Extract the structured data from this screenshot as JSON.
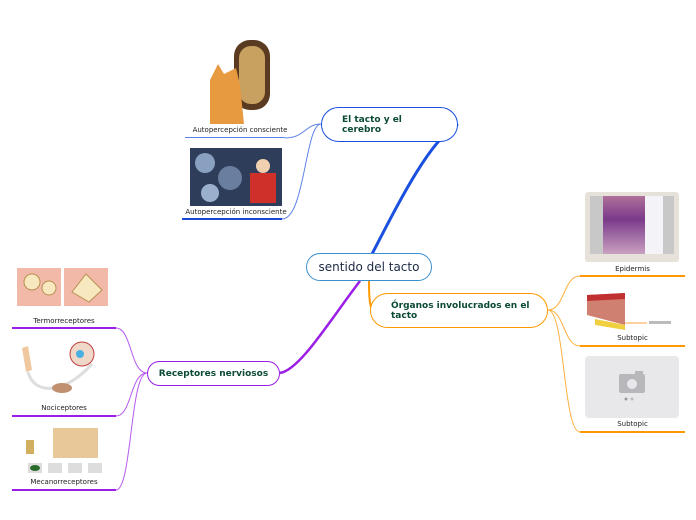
{
  "central": {
    "label": "sentido del tacto"
  },
  "topics": [
    {
      "label": "El tacto y el cerebro",
      "color": "#1a4fe0",
      "children": [
        {
          "label": "Autopercepción consciente"
        },
        {
          "label": "Autopercepción inconsciente"
        }
      ]
    },
    {
      "label": "Órganos involucrados en el tacto",
      "color": "#ff9900",
      "children": [
        {
          "label": "Epidermis"
        },
        {
          "label": "Subtopic"
        },
        {
          "label": "Subtopic"
        }
      ]
    },
    {
      "label": "Receptores nerviosos",
      "color": "#9a1ee6",
      "children": [
        {
          "label": "Termorreceptores"
        },
        {
          "label": "Nociceptores"
        },
        {
          "label": "Mecanorreceptores"
        }
      ]
    }
  ]
}
